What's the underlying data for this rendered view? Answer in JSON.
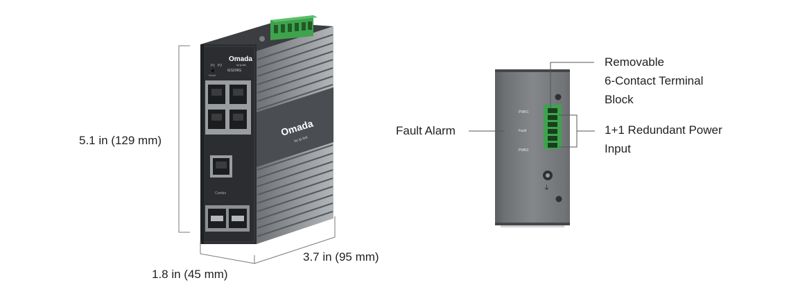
{
  "dimensions": {
    "height": "5.1 in (129 mm)",
    "width": "3.7 in (95 mm)",
    "depth": "1.8 in (45 mm)"
  },
  "device": {
    "brand": "Omada",
    "sub_brand": "by tp-link",
    "model": "IES206G",
    "port_labels": [
      "P1",
      "P2"
    ],
    "reset_label": "Reset",
    "combo_label": "Combo"
  },
  "side_panel": {
    "labels": [
      "PWR1",
      "Fault",
      "PWR2"
    ],
    "callouts": {
      "terminal": [
        "Removable",
        "6-Contact Terminal",
        "Block"
      ],
      "fault": "Fault Alarm",
      "power": [
        "1+1 Redundant Power",
        "Input"
      ]
    }
  },
  "colors": {
    "terminal_green": "#3fa34d",
    "housing_dark": "#2b2d30",
    "fin_grey": "#8e9296"
  }
}
